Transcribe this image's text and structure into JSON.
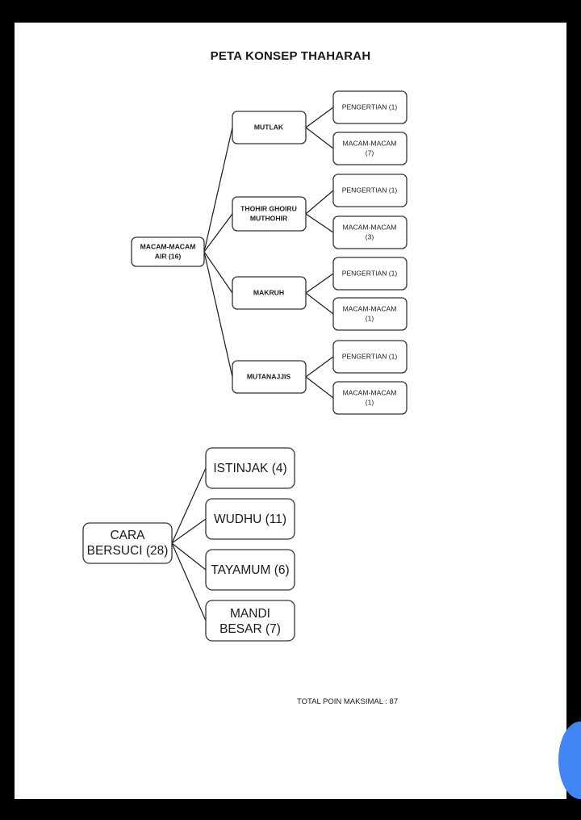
{
  "document": {
    "title": "PETA KONSEP THAHARAH",
    "total_label": "TOTAL POIN MAKSIMAL : 87",
    "page_background": "#ffffff",
    "frame_color": "#000000",
    "accent_color": "#4285f4"
  },
  "map_air": {
    "root": {
      "label": "MACAM-MACAM AIR (16)",
      "lines": [
        "MACAM-MACAM",
        "AIR (16)"
      ]
    },
    "branches": [
      {
        "label": "MUTLAK",
        "lines": [
          "MUTLAK"
        ],
        "children": [
          {
            "label": "PENGERTIAN (1)",
            "lines": [
              "PENGERTIAN (1)"
            ]
          },
          {
            "label": "MACAM-MACAM (7)",
            "lines": [
              "MACAM-MACAM",
              "(7)"
            ]
          }
        ]
      },
      {
        "label": "THOHIR GHOIRU MUTHOHIR",
        "lines": [
          "THOHIR GHOIRU",
          "MUTHOHIR"
        ],
        "children": [
          {
            "label": "PENGERTIAN (1)",
            "lines": [
              "PENGERTIAN (1)"
            ]
          },
          {
            "label": "MACAM-MACAM (3)",
            "lines": [
              "MACAM-MACAM",
              "(3)"
            ]
          }
        ]
      },
      {
        "label": "MAKRUH",
        "lines": [
          "MAKRUH"
        ],
        "children": [
          {
            "label": "PENGERTIAN (1)",
            "lines": [
              "PENGERTIAN (1)"
            ]
          },
          {
            "label": "MACAM-MACAM (1)",
            "lines": [
              "MACAM-MACAM",
              "(1)"
            ]
          }
        ]
      },
      {
        "label": "MUTANAJJIS",
        "lines": [
          "MUTANAJJIS"
        ],
        "children": [
          {
            "label": "PENGERTIAN (1)",
            "lines": [
              "PENGERTIAN (1)"
            ]
          },
          {
            "label": "MACAM-MACAM (1)",
            "lines": [
              "MACAM-MACAM",
              "(1)"
            ]
          }
        ]
      }
    ]
  },
  "map_bersuci": {
    "root": {
      "label": "CARA BERSUCI (28)",
      "lines": [
        "CARA",
        "BERSUCI (28)"
      ]
    },
    "children": [
      {
        "label": "ISTINJAK (4)",
        "lines": [
          "ISTINJAK (4)"
        ]
      },
      {
        "label": "WUDHU (11)",
        "lines": [
          "WUDHU (11)"
        ]
      },
      {
        "label": "TAYAMUM (6)",
        "lines": [
          "TAYAMUM (6)"
        ]
      },
      {
        "label": "MANDI BESAR (7)",
        "lines": [
          "MANDI",
          "BESAR (7)"
        ]
      }
    ]
  }
}
